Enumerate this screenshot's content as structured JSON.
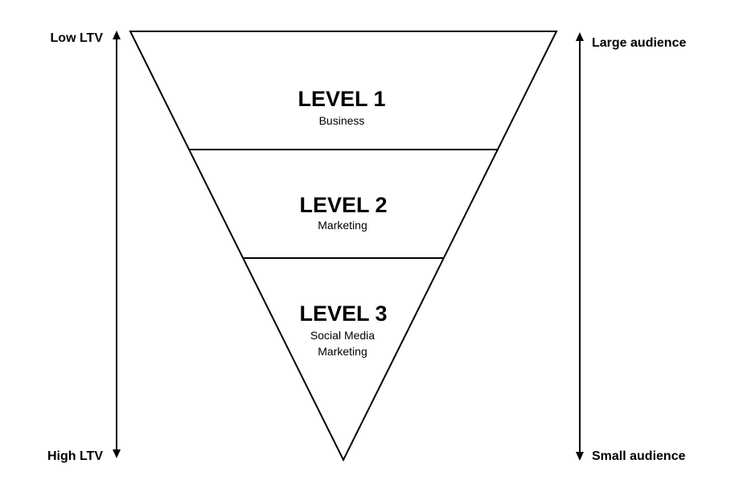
{
  "left_axis": {
    "top_label": "Low LTV",
    "bottom_label": "High LTV"
  },
  "right_axis": {
    "top_label": "Large audience",
    "bottom_label": "Small audience"
  },
  "levels": [
    {
      "title": "LEVEL 1",
      "subtitle_lines": [
        "Business"
      ]
    },
    {
      "title": "LEVEL 2",
      "subtitle_lines": [
        "Marketing"
      ]
    },
    {
      "title": "LEVEL 3",
      "subtitle_lines": [
        "Social Media",
        "Marketing"
      ]
    }
  ],
  "colors": {
    "stroke": "#000000",
    "background": "#ffffff",
    "text": "#000000"
  }
}
